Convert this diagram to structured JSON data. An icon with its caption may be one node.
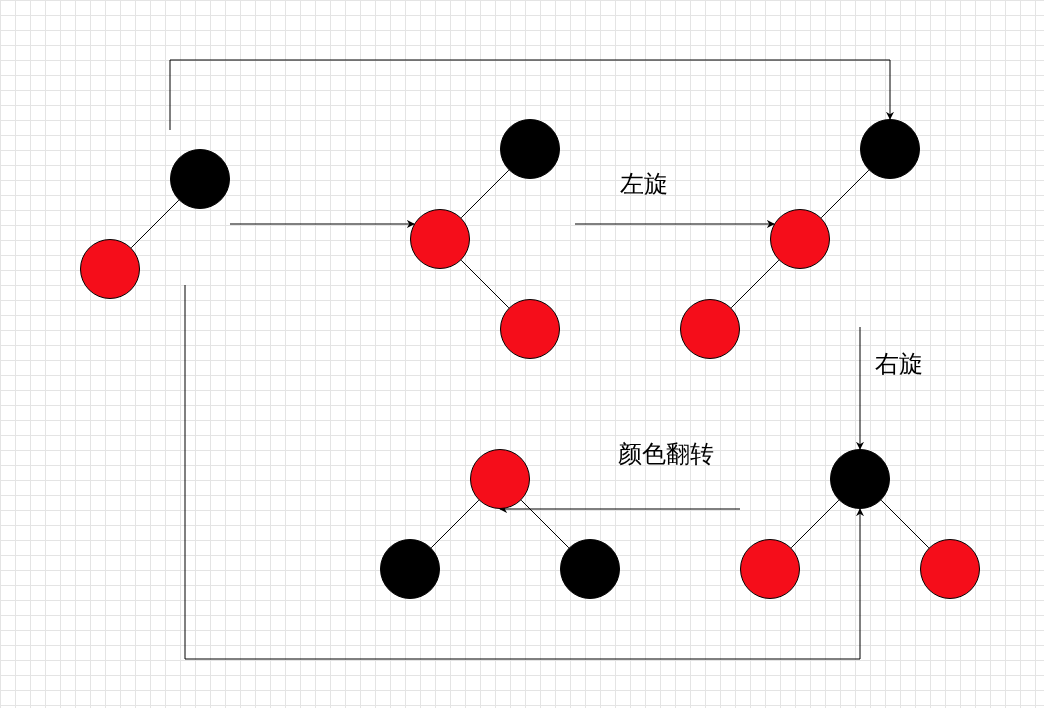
{
  "diagram": {
    "nodes": [
      {
        "text": [],
        "shape": "circle"
      },
      {
        "text": [],
        "shape": "circle"
      },
      {
        "text": [],
        "shape": "circle"
      },
      {
        "text": [],
        "shape": "circle"
      },
      {
        "text": [],
        "shape": "circle"
      },
      {
        "text": [],
        "shape": "circle"
      },
      {
        "text": [],
        "shape": "circle"
      },
      {
        "text": [],
        "shape": "circle"
      },
      {
        "text": [],
        "shape": "circle"
      },
      {
        "text": [],
        "shape": "circle"
      },
      {
        "text": [],
        "shape": "circle"
      },
      {
        "text": [],
        "shape": "circle"
      },
      {
        "text": [],
        "shape": "circle"
      },
      {
        "text": [],
        "shape": "circle"
      }
    ],
    "edges": [
      {
        "from": 2,
        "to": 5,
        "arrow": "none"
      },
      {
        "from": 0,
        "to": 3,
        "arrow": "none"
      },
      {
        "from": 3,
        "to": 6,
        "arrow": "none"
      },
      {
        "from": 1,
        "to": 4,
        "arrow": "none"
      },
      {
        "from": 4,
        "to": 7,
        "arrow": "none"
      },
      {
        "from": 9,
        "to": 12,
        "arrow": "none"
      },
      {
        "from": 9,
        "to": 13,
        "arrow": "none"
      },
      {
        "from": 8,
        "to": 10,
        "arrow": "none"
      },
      {
        "from": 8,
        "to": 11,
        "arrow": "none"
      },
      {
        "from": null,
        "to": 3,
        "arrow": "to"
      },
      {
        "from": null,
        "to": 4,
        "label": "左旋",
        "arrow": "to"
      },
      {
        "from": null,
        "to": 1,
        "arrow": "to"
      },
      {
        "from": null,
        "to": 9,
        "label": "右旋",
        "arrow": "to"
      },
      {
        "from": null,
        "to": 8,
        "label": "颜色翻转",
        "arrow": "to"
      },
      {
        "from": null,
        "to": 9,
        "arrow": "to"
      }
    ]
  }
}
